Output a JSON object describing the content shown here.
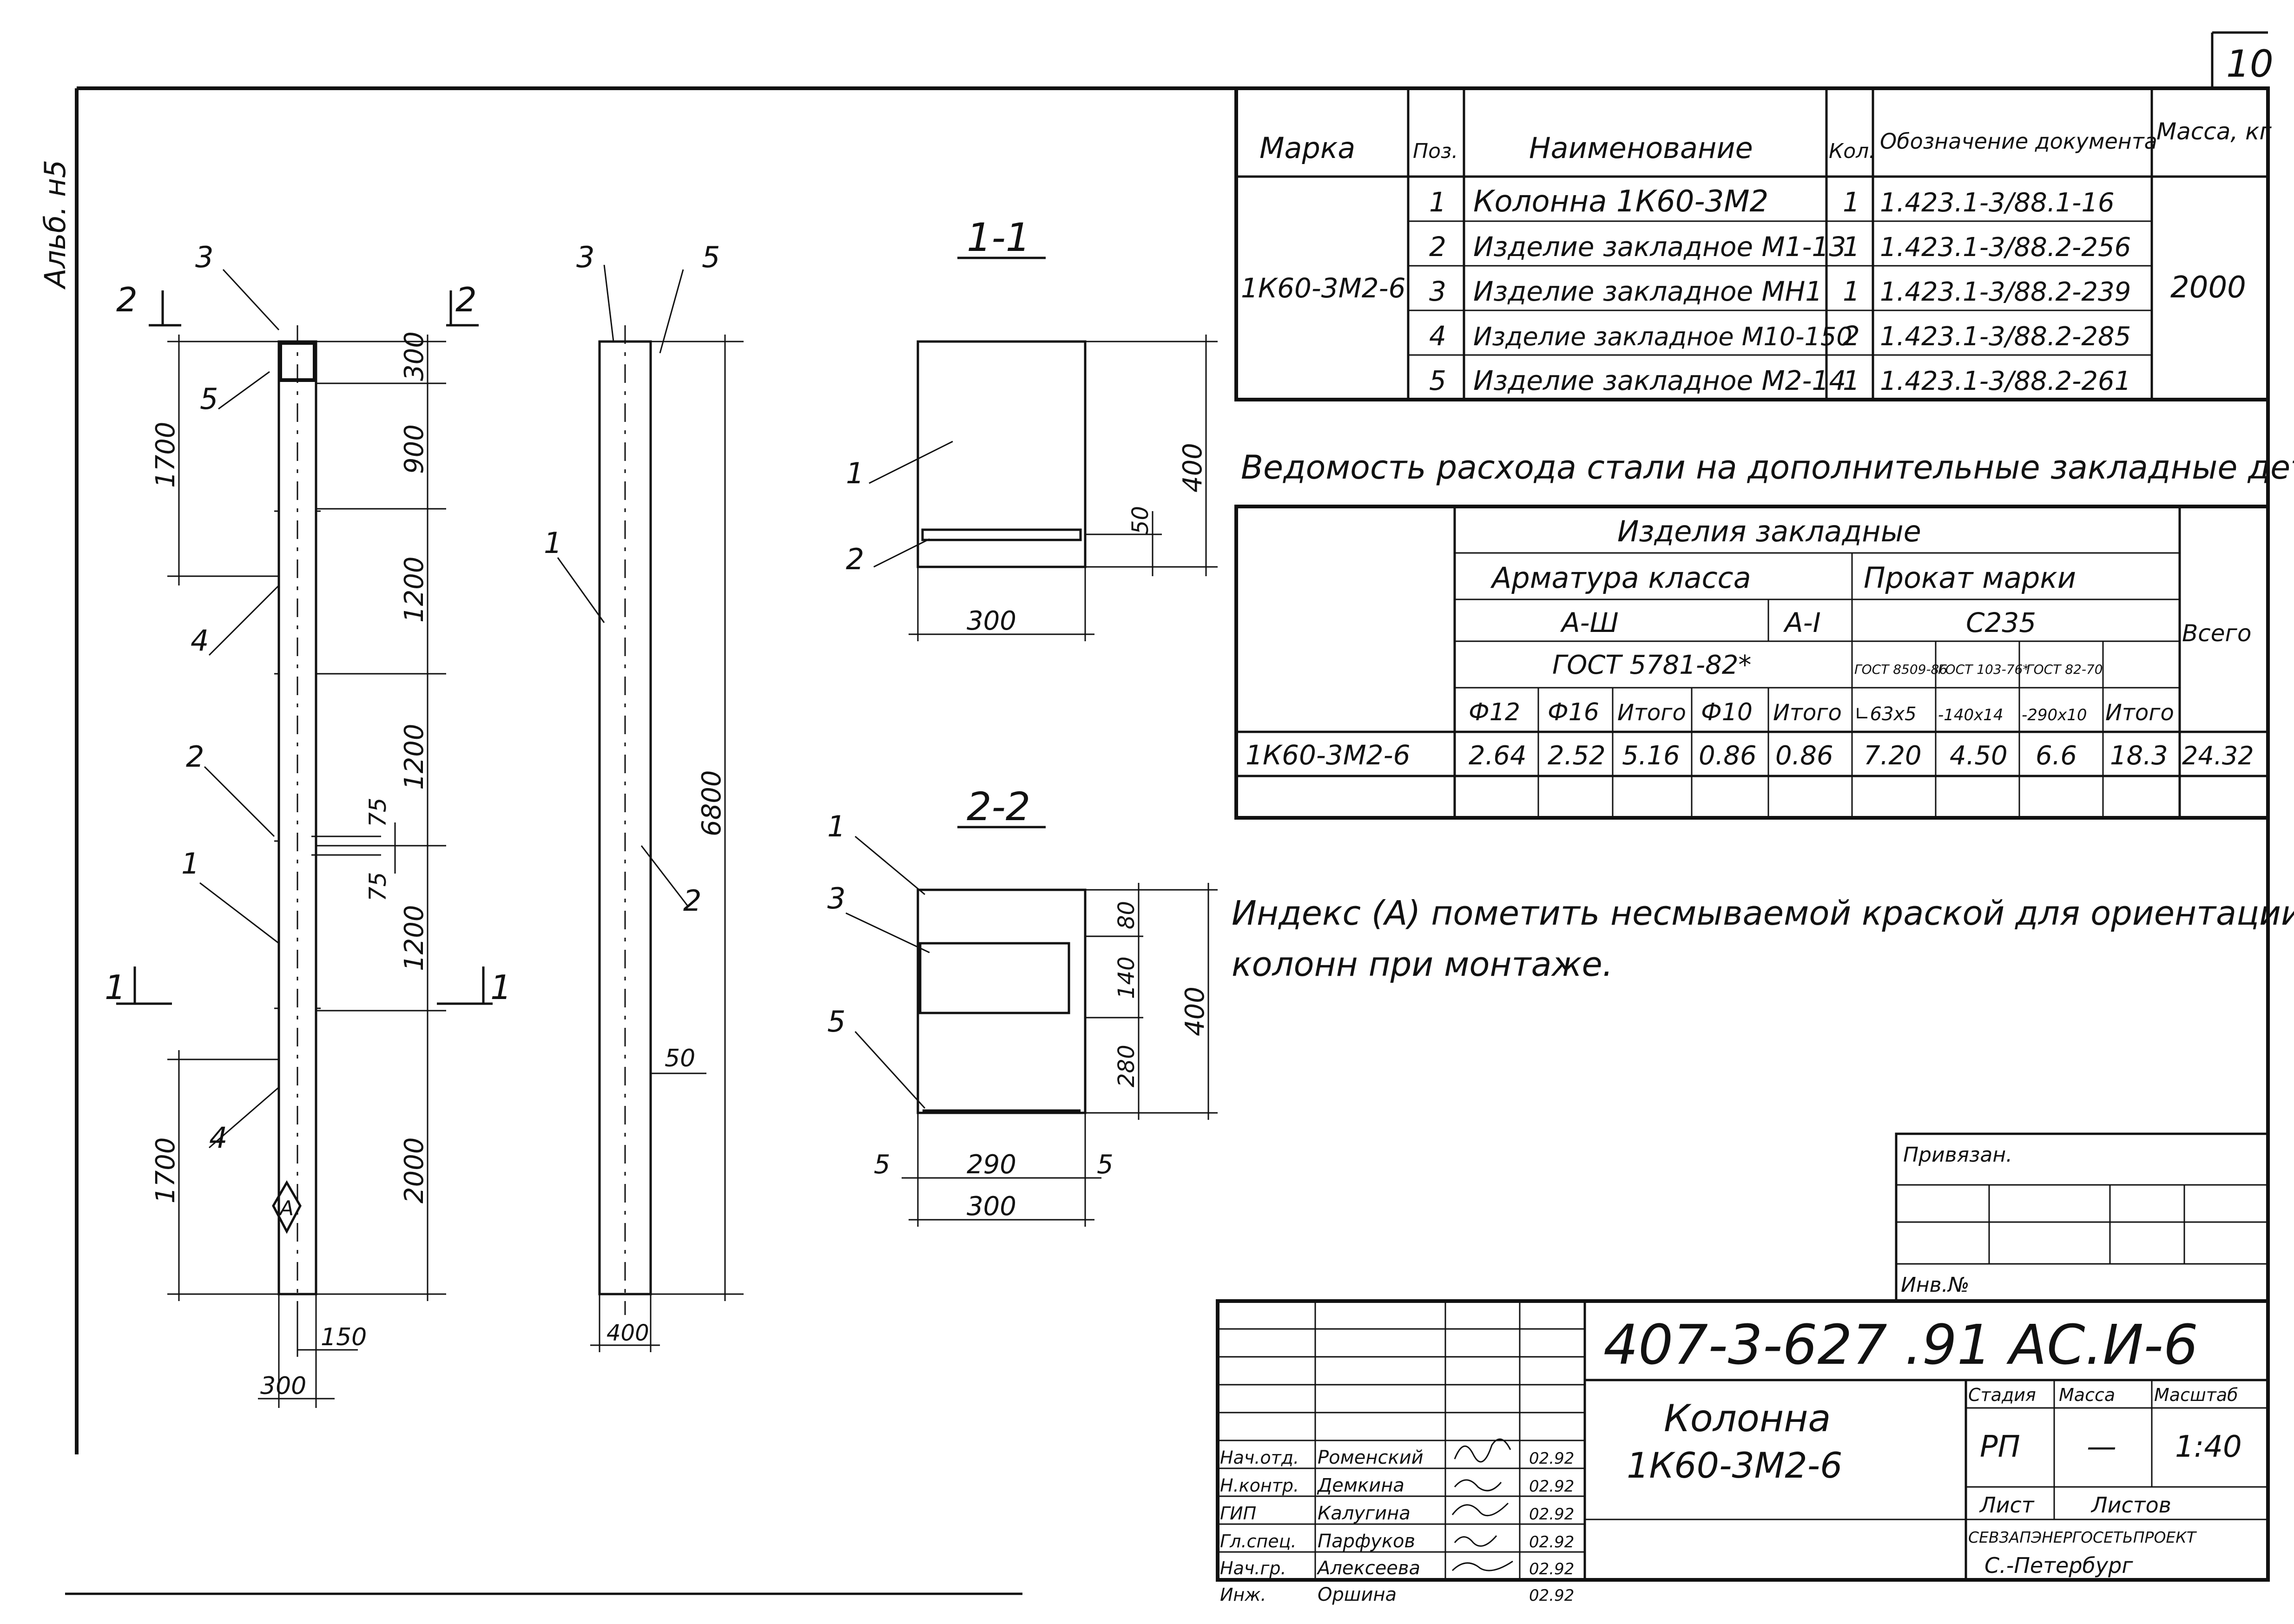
{
  "sheet": {
    "page_number": "10",
    "album_label": "Альб. н5"
  },
  "spec_table": {
    "headers": {
      "mark": "Марка",
      "pos": "Поз.",
      "name": "Наименование",
      "qty": "Кол.",
      "doc": "Обозначение документа",
      "mass": "Масса, кг"
    },
    "mark": "1К60-3М2-6",
    "mass": "2000",
    "rows": [
      {
        "pos": "1",
        "name": "Колонна 1К60-3М2",
        "qty": "1",
        "doc": "1.423.1-3/88.1-16"
      },
      {
        "pos": "2",
        "name": "Изделие закладное М1-13",
        "qty": "1",
        "doc": "1.423.1-3/88.2-256"
      },
      {
        "pos": "3",
        "name": "Изделие закладное МН1",
        "qty": "1",
        "doc": "1.423.1-3/88.2-239"
      },
      {
        "pos": "4",
        "name": "Изделие закладное М10-150",
        "qty": "2",
        "doc": "1.423.1-3/88.2-285"
      },
      {
        "pos": "5",
        "name": "Изделие закладное М2-14",
        "qty": "1",
        "doc": "1.423.1-3/88.2-261"
      }
    ]
  },
  "steel_table": {
    "title": "Ведомость расхода стали на дополнительные закладные детали.",
    "group_header": "Изделия закладные",
    "rebar_header": "Арматура класса",
    "rolled_header": "Прокат марки",
    "class_a3": "А-Ш",
    "class_a1": "А-I",
    "steel_grade": "С235",
    "gost_rebar": "ГОСТ 5781-82*",
    "gost_1": "ГОСТ 8509-86",
    "gost_2": "ГОСТ 103-76*",
    "gost_3": "ГОСТ 82-70",
    "total_header": "Всего",
    "cols": [
      "Ф12",
      "Ф16",
      "Итого",
      "Ф10",
      "Итого",
      "∟63х5",
      "-140х14",
      "-290х10",
      "Итого"
    ],
    "row_mark": "1К60-3М2-6",
    "values": [
      "2.64",
      "2.52",
      "5.16",
      "0.86",
      "0.86",
      "7.20",
      "4.50",
      "6.6",
      "18.3"
    ],
    "total": "24.32"
  },
  "note": {
    "line1": "Индекс (А) пометить несмываемой краской для ориентации",
    "line2": "колонн при монтаже.",
    "index_symbol": "А"
  },
  "column_view": {
    "section_2_label": "2",
    "section_1_label": "1",
    "callouts": [
      "3",
      "5",
      "4",
      "2",
      "1",
      "4"
    ],
    "dims_right": [
      "300",
      "900",
      "1200",
      "1200",
      "1200",
      "2000"
    ],
    "dims_left": [
      "1700",
      "1700"
    ],
    "dim_75a": "75",
    "dim_75b": "75",
    "dim_width": "300",
    "dim_half": "150",
    "marker": "А"
  },
  "side_view": {
    "callouts": [
      "3",
      "5",
      "1",
      "2"
    ],
    "dim_height": "6800",
    "dim_50": "50",
    "dim_width": "400"
  },
  "section_1_1": {
    "title": "1-1",
    "callouts": [
      "1",
      "2"
    ],
    "dim_width": "300",
    "dim_height": "400",
    "dim_50": "50"
  },
  "section_2_2": {
    "title": "2-2",
    "callouts": [
      "1",
      "3",
      "5"
    ],
    "dims_right": [
      "80",
      "140",
      "280"
    ],
    "dim_height": "400",
    "dim_left": "5",
    "dim_mid": "290",
    "dim_right": "5",
    "dim_width": "300"
  },
  "binding_block": {
    "label": "Привязан.",
    "inv_label": "Инв.№"
  },
  "title_block": {
    "code": "407-3-627 .91 АС.И-6",
    "title_line1": "Колонна",
    "title_line2": "1К60-3М2-6",
    "stage_header": "Стадия",
    "mass_header": "Масса",
    "scale_header": "Масштаб",
    "stage": "РП",
    "mass": "—",
    "scale": "1:40",
    "sheet_label": "Лист",
    "sheets_label": "Листов",
    "org": "СЕВЗАПЭНЕРГОСЕТЬПРОЕКТ",
    "city": "С.-Петербург",
    "signers": [
      {
        "role": "Нач.отд.",
        "name": "Роменский",
        "date": "02.92"
      },
      {
        "role": "Н.контр.",
        "name": "Демкина",
        "date": "02.92"
      },
      {
        "role": "ГИП",
        "name": "Калугина",
        "date": "02.92"
      },
      {
        "role": "Гл.спец.",
        "name": "Парфуков",
        "date": "02.92"
      },
      {
        "role": "Нач.гр.",
        "name": "Алексеева",
        "date": "02.92"
      },
      {
        "role": "Инж.",
        "name": "Оршина",
        "date": "02.92"
      }
    ]
  }
}
